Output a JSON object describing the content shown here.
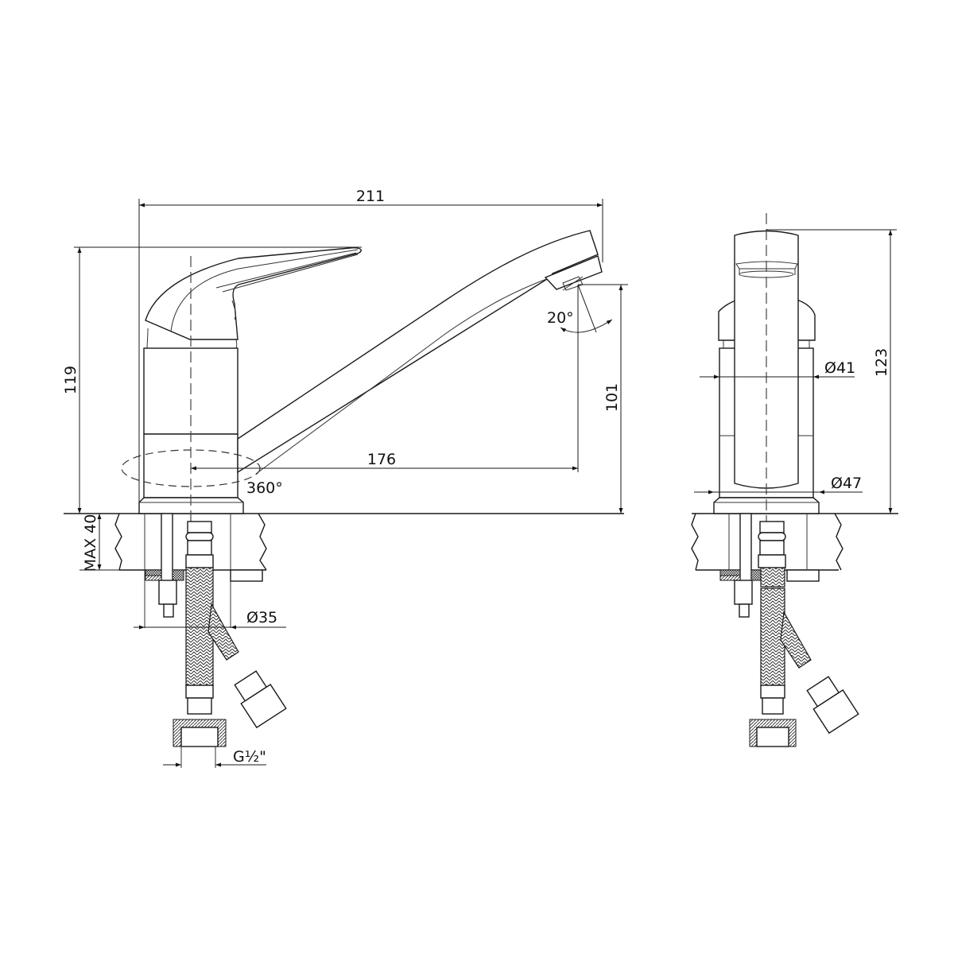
{
  "drawing": {
    "title": "Single-lever faucet dimensional drawing",
    "views": [
      "front-view",
      "side-view"
    ],
    "colors": {
      "line": "#1a1a1a",
      "background": "#ffffff"
    }
  },
  "front_view": {
    "dimensions": {
      "overall_length": "211",
      "overall_height": "119",
      "spout_reach": "176",
      "spout_height": "101",
      "aerator_angle": "20°",
      "rotation": "360°",
      "max_countertop": "MAX 40",
      "mounting_hole": "Ø35",
      "hose_thread": "G½\""
    }
  },
  "side_view": {
    "dimensions": {
      "total_height": "123",
      "body_diameter": "Ø41",
      "base_diameter": "Ø47"
    }
  }
}
